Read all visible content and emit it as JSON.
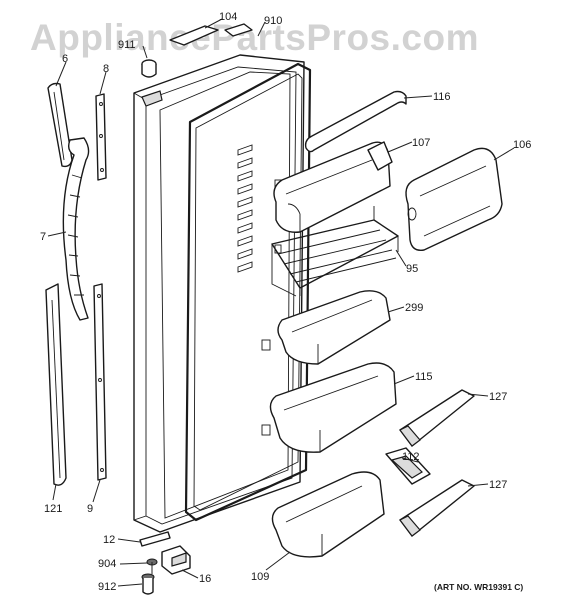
{
  "watermark": "AppliancePartsPros.com",
  "art_number": "(ART NO. WR19391 C)",
  "labels": {
    "l104": "104",
    "l910": "910",
    "l911": "911",
    "l6": "6",
    "l8": "8",
    "l7": "7",
    "l116": "116",
    "l107": "107",
    "l106": "106",
    "l95": "95",
    "l299": "299",
    "l115": "115",
    "l127a": "127",
    "l112": "112",
    "l127b": "127",
    "l121": "121",
    "l9": "9",
    "l12": "12",
    "l904": "904",
    "l16": "16",
    "l912": "912",
    "l109": "109"
  }
}
